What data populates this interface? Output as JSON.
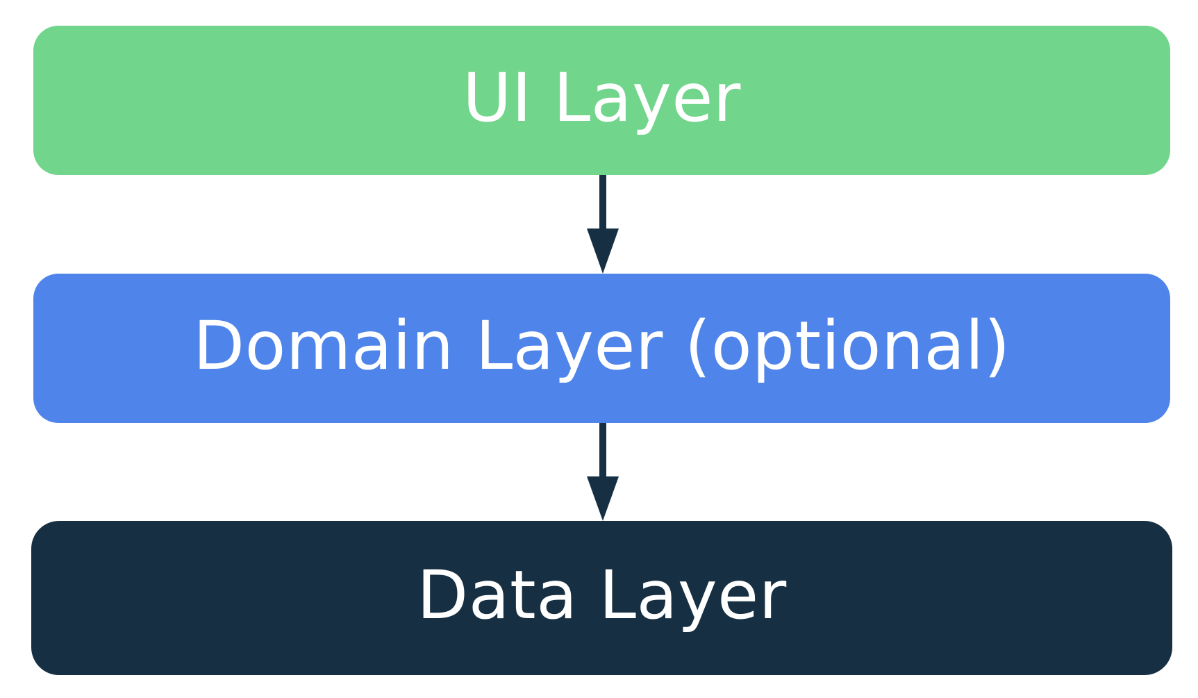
{
  "diagram": {
    "layers": [
      {
        "id": "ui",
        "label": "UI Layer",
        "color": "#72d58c"
      },
      {
        "id": "domain",
        "label": "Domain Layer (optional)",
        "color": "#4f84ea"
      },
      {
        "id": "data",
        "label": "Data Layer",
        "color": "#172f42"
      }
    ],
    "connectors": [
      {
        "from": "ui",
        "to": "domain"
      },
      {
        "from": "domain",
        "to": "data"
      }
    ],
    "arrow_color": "#172f42"
  }
}
